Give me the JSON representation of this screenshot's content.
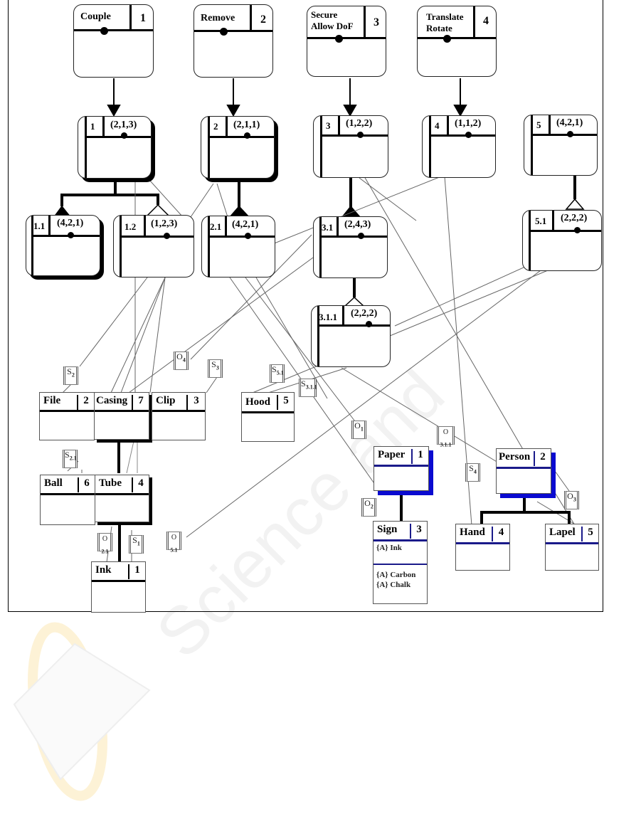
{
  "diagram": {
    "function_nodes": [
      {
        "id": "F1",
        "label": "Couple",
        "number": "1"
      },
      {
        "id": "F2",
        "label": "Remove",
        "number": "2"
      },
      {
        "id": "F3",
        "label": "Secure\nAllow DoF",
        "label_lines": [
          "Secure",
          "Allow DoF"
        ],
        "number": "3"
      },
      {
        "id": "F4",
        "label": "Translate\nRotate",
        "label_lines": [
          "Translate",
          "Rotate"
        ],
        "number": "4"
      }
    ],
    "interaction_nodes": [
      {
        "id": "I1",
        "number": "1",
        "tuple": "(2,1,3)"
      },
      {
        "id": "I2",
        "number": "2",
        "tuple": "(2,1,1)"
      },
      {
        "id": "I3",
        "number": "3",
        "tuple": "(1,2,2)"
      },
      {
        "id": "I4",
        "number": "4",
        "tuple": "(1,1,2)"
      },
      {
        "id": "I5",
        "number": "5",
        "tuple": "(4,2,1)"
      },
      {
        "id": "I1.1",
        "number": "1.1",
        "tuple": "(4,2,1)"
      },
      {
        "id": "I1.2",
        "number": "1.2",
        "tuple": "(1,2,3)"
      },
      {
        "id": "I2.1",
        "number": "2.1",
        "tuple": "(4,2,1)"
      },
      {
        "id": "I3.1",
        "number": "3.1",
        "tuple": "(2,4,3)"
      },
      {
        "id": "I5.1",
        "number": "5.1",
        "tuple": "(2,2,2)"
      },
      {
        "id": "I3.1.1",
        "number": "3.1.1",
        "tuple": "(2,2,2)"
      }
    ],
    "object_nodes": [
      {
        "id": "File",
        "name": "File",
        "number": "2"
      },
      {
        "id": "Casing",
        "name": "Casing",
        "number": "7"
      },
      {
        "id": "Clip",
        "name": "Clip",
        "number": "3"
      },
      {
        "id": "Hood",
        "name": "Hood",
        "number": "5"
      },
      {
        "id": "Ball",
        "name": "Ball",
        "number": "6"
      },
      {
        "id": "Tube",
        "name": "Tube",
        "number": "4"
      },
      {
        "id": "Ink",
        "name": "Ink",
        "number": "1"
      },
      {
        "id": "Paper",
        "name": "Paper",
        "number": "1"
      },
      {
        "id": "Sign",
        "name": "Sign",
        "number": "3",
        "attributes_top": [
          "{A} Ink"
        ],
        "attributes_bottom": [
          "{A} Carbon",
          "{A} Chalk"
        ]
      },
      {
        "id": "Person",
        "name": "Person",
        "number": "2"
      },
      {
        "id": "Hand",
        "name": "Hand",
        "number": "4"
      },
      {
        "id": "Lapel",
        "name": "Lapel",
        "number": "5"
      }
    ],
    "tags": [
      {
        "id": "S2",
        "letter": "S",
        "sub": "2"
      },
      {
        "id": "O4",
        "letter": "O",
        "sub": "4"
      },
      {
        "id": "S3",
        "letter": "S",
        "sub": "3"
      },
      {
        "id": "S5.1",
        "letter": "S",
        "sub": "5.1"
      },
      {
        "id": "S3.1.1",
        "letter": "S",
        "sub": "3.1.1"
      },
      {
        "id": "S2.1",
        "letter": "S",
        "sub": "2.1"
      },
      {
        "id": "O2.1",
        "letter": "O",
        "sub": "2.1"
      },
      {
        "id": "S1",
        "letter": "S",
        "sub": "1"
      },
      {
        "id": "O5.1",
        "letter": "O",
        "sub": "5.1"
      },
      {
        "id": "O1",
        "letter": "O",
        "sub": "1"
      },
      {
        "id": "O3.1.1",
        "letter": "O",
        "sub": "3.1.1"
      },
      {
        "id": "O2",
        "letter": "O",
        "sub": "2"
      },
      {
        "id": "S4",
        "letter": "S",
        "sub": "4"
      },
      {
        "id": "O3",
        "letter": "O",
        "sub": "3"
      }
    ],
    "watermark_text": [
      "Science and Technology Publications"
    ]
  }
}
